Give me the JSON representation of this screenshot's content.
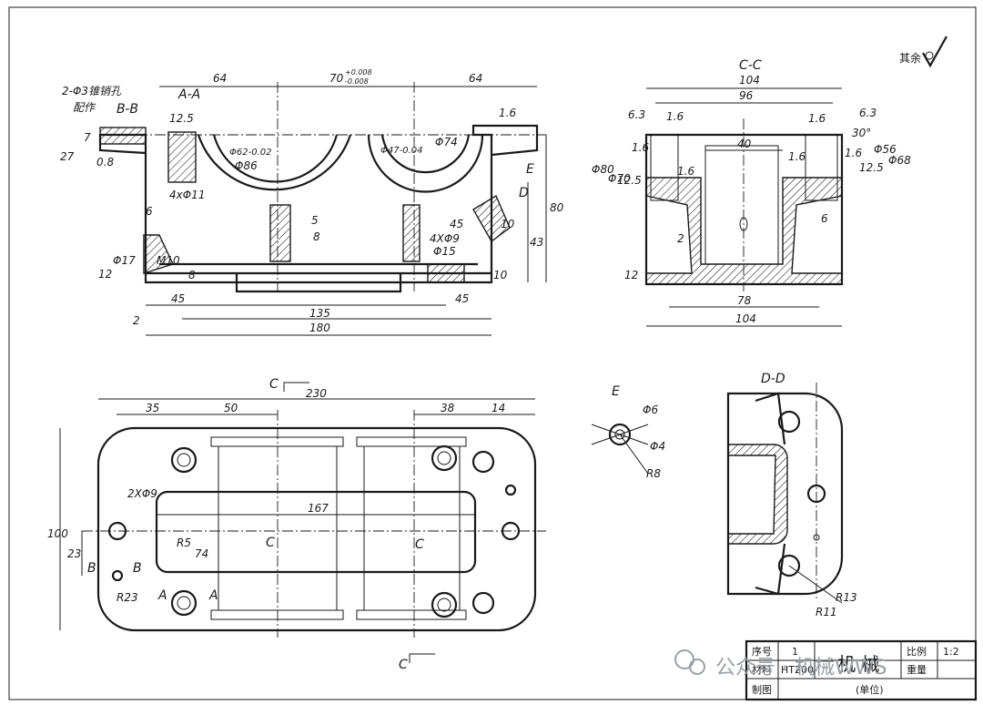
{
  "labels": {
    "view_aa": "A-A",
    "view_bb": "B-B",
    "view_cc": "C-C",
    "view_dd": "D-D",
    "view_e": "E",
    "note_holes": "2-Φ3锥销孔",
    "note_peizuo": "配作",
    "rest_roughness": "其余",
    "cut_c": "C",
    "cut_b": "B",
    "cut_a": "A",
    "cut_e": "E",
    "cut_d": "D"
  },
  "dims_aa": {
    "d64a": "64",
    "d70": "70",
    "tol70u": "+0.008",
    "tol70l": "-0.008",
    "d64b": "64",
    "d125": "12.5",
    "d16a": "1.6",
    "d7": "7",
    "d27": "27",
    "d08": "0.8",
    "phi62": "Φ62-0.02",
    "phi86": "Φ86",
    "phi47": "Φ47-0.04",
    "phi74": "Φ74",
    "d4x11": "4xΦ11",
    "d5": "5",
    "d8a": "8",
    "d6": "6",
    "d4x9": "4XΦ9",
    "phi15": "Φ15",
    "d45a": "45",
    "d10a": "10",
    "d43": "43",
    "d80": "80",
    "phi17": "Φ17",
    "m10": "M10",
    "d12": "12",
    "d8b": "8",
    "d10b": "10",
    "d45b": "45",
    "d45c": "45",
    "d135": "135",
    "d180": "180",
    "d2": "2"
  },
  "dims_cc": {
    "d104t": "104",
    "d96": "96",
    "d63a": "6.3",
    "d16b": "1.6",
    "d16c": "1.6",
    "d63b": "6.3",
    "d30": "30°",
    "d40": "40",
    "phi80": "Φ80",
    "phi70": "Φ70",
    "d16d": "1.6",
    "d16e": "1.6",
    "d16f": "1.6",
    "d16g": "1.6",
    "phi56": "Φ56",
    "phi68": "Φ68",
    "d125b": "12.5",
    "d125c": "12.5",
    "d6": "6",
    "d2": "2",
    "d12": "12",
    "d78": "78",
    "d104b": "104"
  },
  "dims_plan": {
    "d230": "230",
    "d35": "35",
    "d50": "50",
    "d38": "38",
    "d14": "14",
    "d100": "100",
    "d2x9": "2XΦ9",
    "d167": "167",
    "d23": "23",
    "r5": "R5",
    "d74": "74",
    "r23": "R23"
  },
  "dims_e": {
    "phi6": "Φ6",
    "phi4": "Φ4",
    "r8": "R8"
  },
  "dims_dd": {
    "r13": "R13",
    "r11": "R11"
  },
  "title_block": {
    "seq_label": "序号",
    "seq_val": "1",
    "material_label": "材料",
    "material_val": "HT200",
    "part_name": "机 械",
    "scale_label": "比例",
    "scale_val": "1:2",
    "weight_label": "重量",
    "drafter_label": "制图",
    "unit": "(单位)"
  },
  "watermark": {
    "text": "公众号 · 机械WWS"
  }
}
